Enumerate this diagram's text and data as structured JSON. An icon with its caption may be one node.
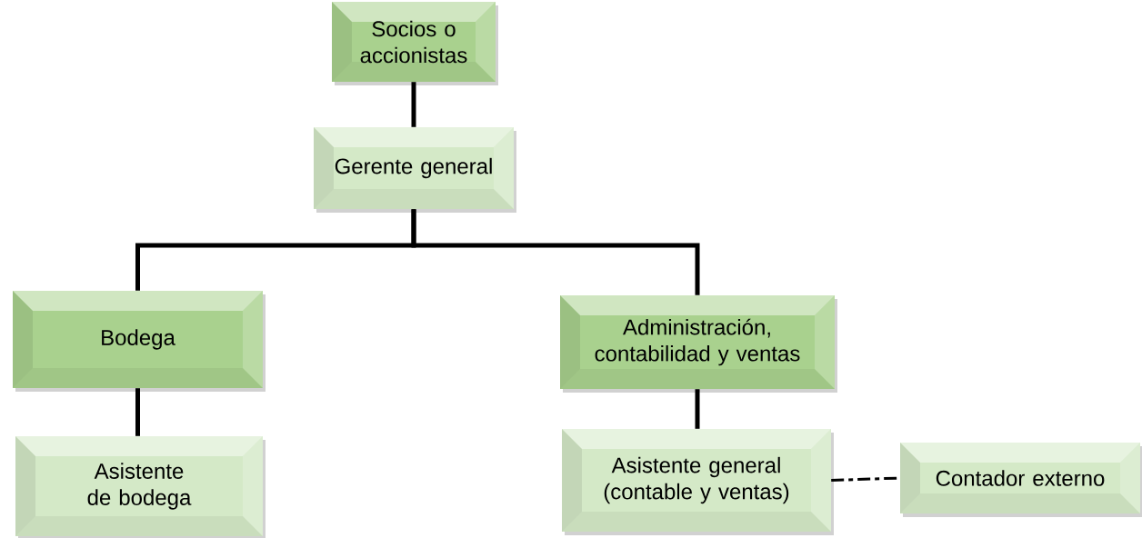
{
  "diagram": {
    "nodes": [
      {
        "text": [
          "Socios o accionistas"
        ]
      },
      {
        "text": [
          "Gerente general"
        ]
      },
      {
        "text": [
          "Bodega"
        ]
      },
      {
        "text": [
          "Administración, contabilidad y ventas"
        ]
      },
      {
        "text": [
          "Asistente de bodega"
        ]
      },
      {
        "text": [
          "Asistente general (contable y ventas)"
        ]
      },
      {
        "text": [
          "Contador externo"
        ]
      }
    ],
    "edges": [
      {
        "from": 0,
        "to": 1,
        "arrow": "none"
      },
      {
        "from": 1,
        "to": 2,
        "arrow": "none"
      },
      {
        "from": 1,
        "to": 3,
        "arrow": "none"
      },
      {
        "from": 2,
        "to": 4,
        "arrow": "none"
      },
      {
        "from": 3,
        "to": 5,
        "arrow": "none"
      },
      {
        "from": 5,
        "to": 6,
        "arrow": "none",
        "style": "dashed"
      }
    ]
  }
}
